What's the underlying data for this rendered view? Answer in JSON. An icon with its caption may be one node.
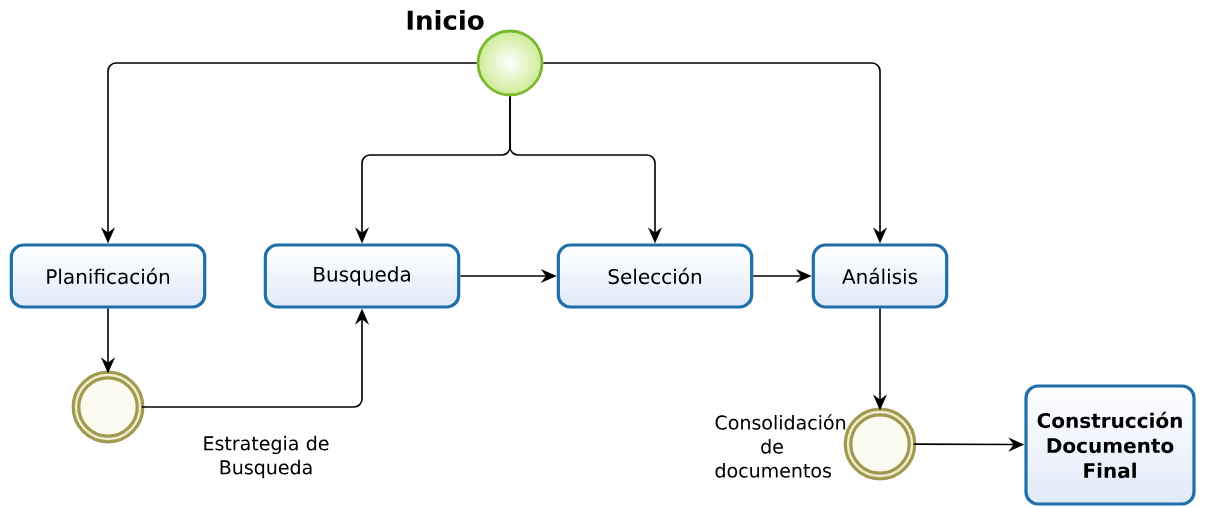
{
  "diagram": {
    "nodes": [
      {
        "text": [
          "Inicio"
        ]
      },
      {
        "text": [
          "Planificación"
        ]
      },
      {
        "text": [
          "Busqueda"
        ]
      },
      {
        "text": [
          "Selección"
        ]
      },
      {
        "text": [
          "Análisis"
        ]
      },
      {
        "text": [
          "Estrategia de Busqueda"
        ]
      },
      {
        "text": [
          "Consolidación de documentos"
        ]
      },
      {
        "text": [
          "Construcción Documento Final"
        ]
      }
    ],
    "edges": [
      {
        "from": 0,
        "to": 1,
        "arrow": "to"
      },
      {
        "from": 0,
        "to": 2,
        "arrow": "to"
      },
      {
        "from": 0,
        "to": 3,
        "arrow": "to"
      },
      {
        "from": 0,
        "to": 4,
        "arrow": "to"
      },
      {
        "from": 2,
        "to": 3,
        "arrow": "to"
      },
      {
        "from": 3,
        "to": 4,
        "arrow": "to"
      },
      {
        "from": 1,
        "to": 5,
        "arrow": "to"
      },
      {
        "from": 5,
        "to": 2,
        "arrow": "to"
      },
      {
        "from": 4,
        "to": 6,
        "arrow": "to"
      },
      {
        "from": 6,
        "to": 7,
        "arrow": "to"
      }
    ]
  }
}
